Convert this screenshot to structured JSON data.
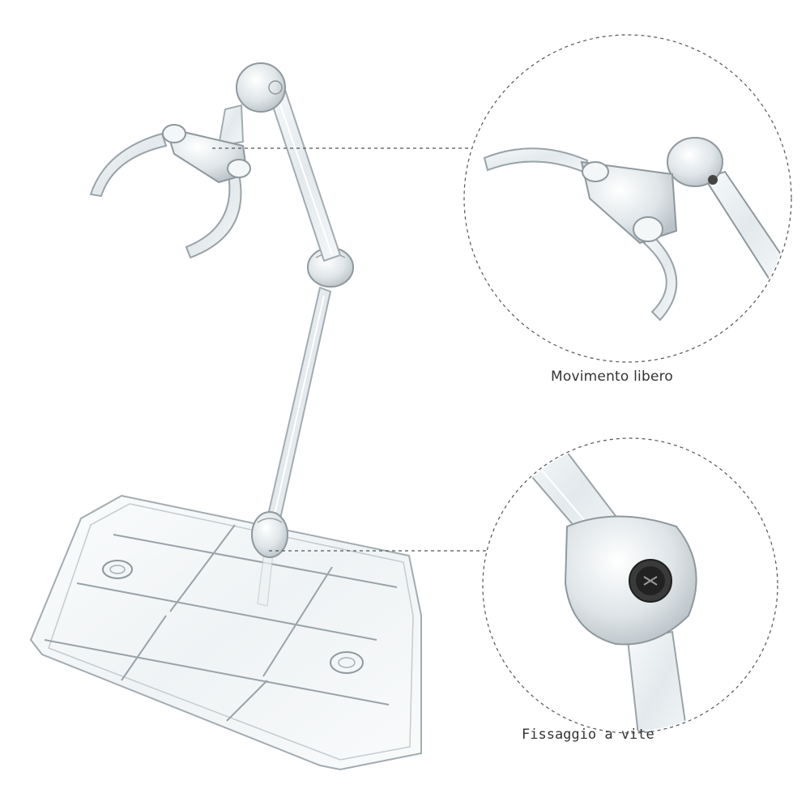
{
  "captions": {
    "top": "Movimento libero",
    "bottom": "Fissaggio a vite"
  },
  "colors": {
    "background": "#ffffff",
    "plastic_edge": "#9aa3a8",
    "plastic_highlight": "#dfe6ea",
    "screw": "#2a2a2a",
    "dashed": "#555555",
    "caption_text": "#333333"
  },
  "icons": {
    "stand": "clear-acrylic-action-figure-stand",
    "detail_top": "claw-clip-joint-magnified",
    "detail_bottom": "screw-joint-magnified"
  }
}
